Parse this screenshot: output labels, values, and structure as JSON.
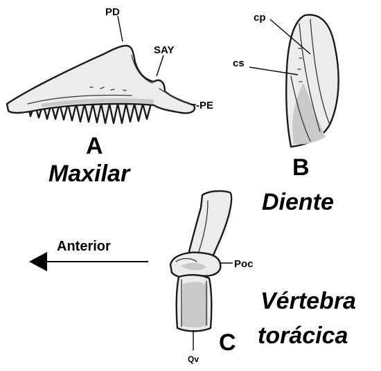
{
  "panels": {
    "a": {
      "letter": "A",
      "caption": "Maxilar",
      "labels": {
        "pd": "PD",
        "say": "SAY",
        "pe": "-PE"
      }
    },
    "b": {
      "letter": "B",
      "caption": "Diente",
      "labels": {
        "cp": "cp",
        "cs": "cs"
      }
    },
    "c": {
      "letter": "C",
      "caption_line1": "Vértebra",
      "caption_line2": "torácica",
      "labels": {
        "poc": "Poc",
        "qv": "Qv"
      },
      "direction": "Anterior"
    }
  },
  "colors": {
    "ink": "#000000",
    "bone": "#ececec",
    "shade": "#c9c9c9"
  }
}
